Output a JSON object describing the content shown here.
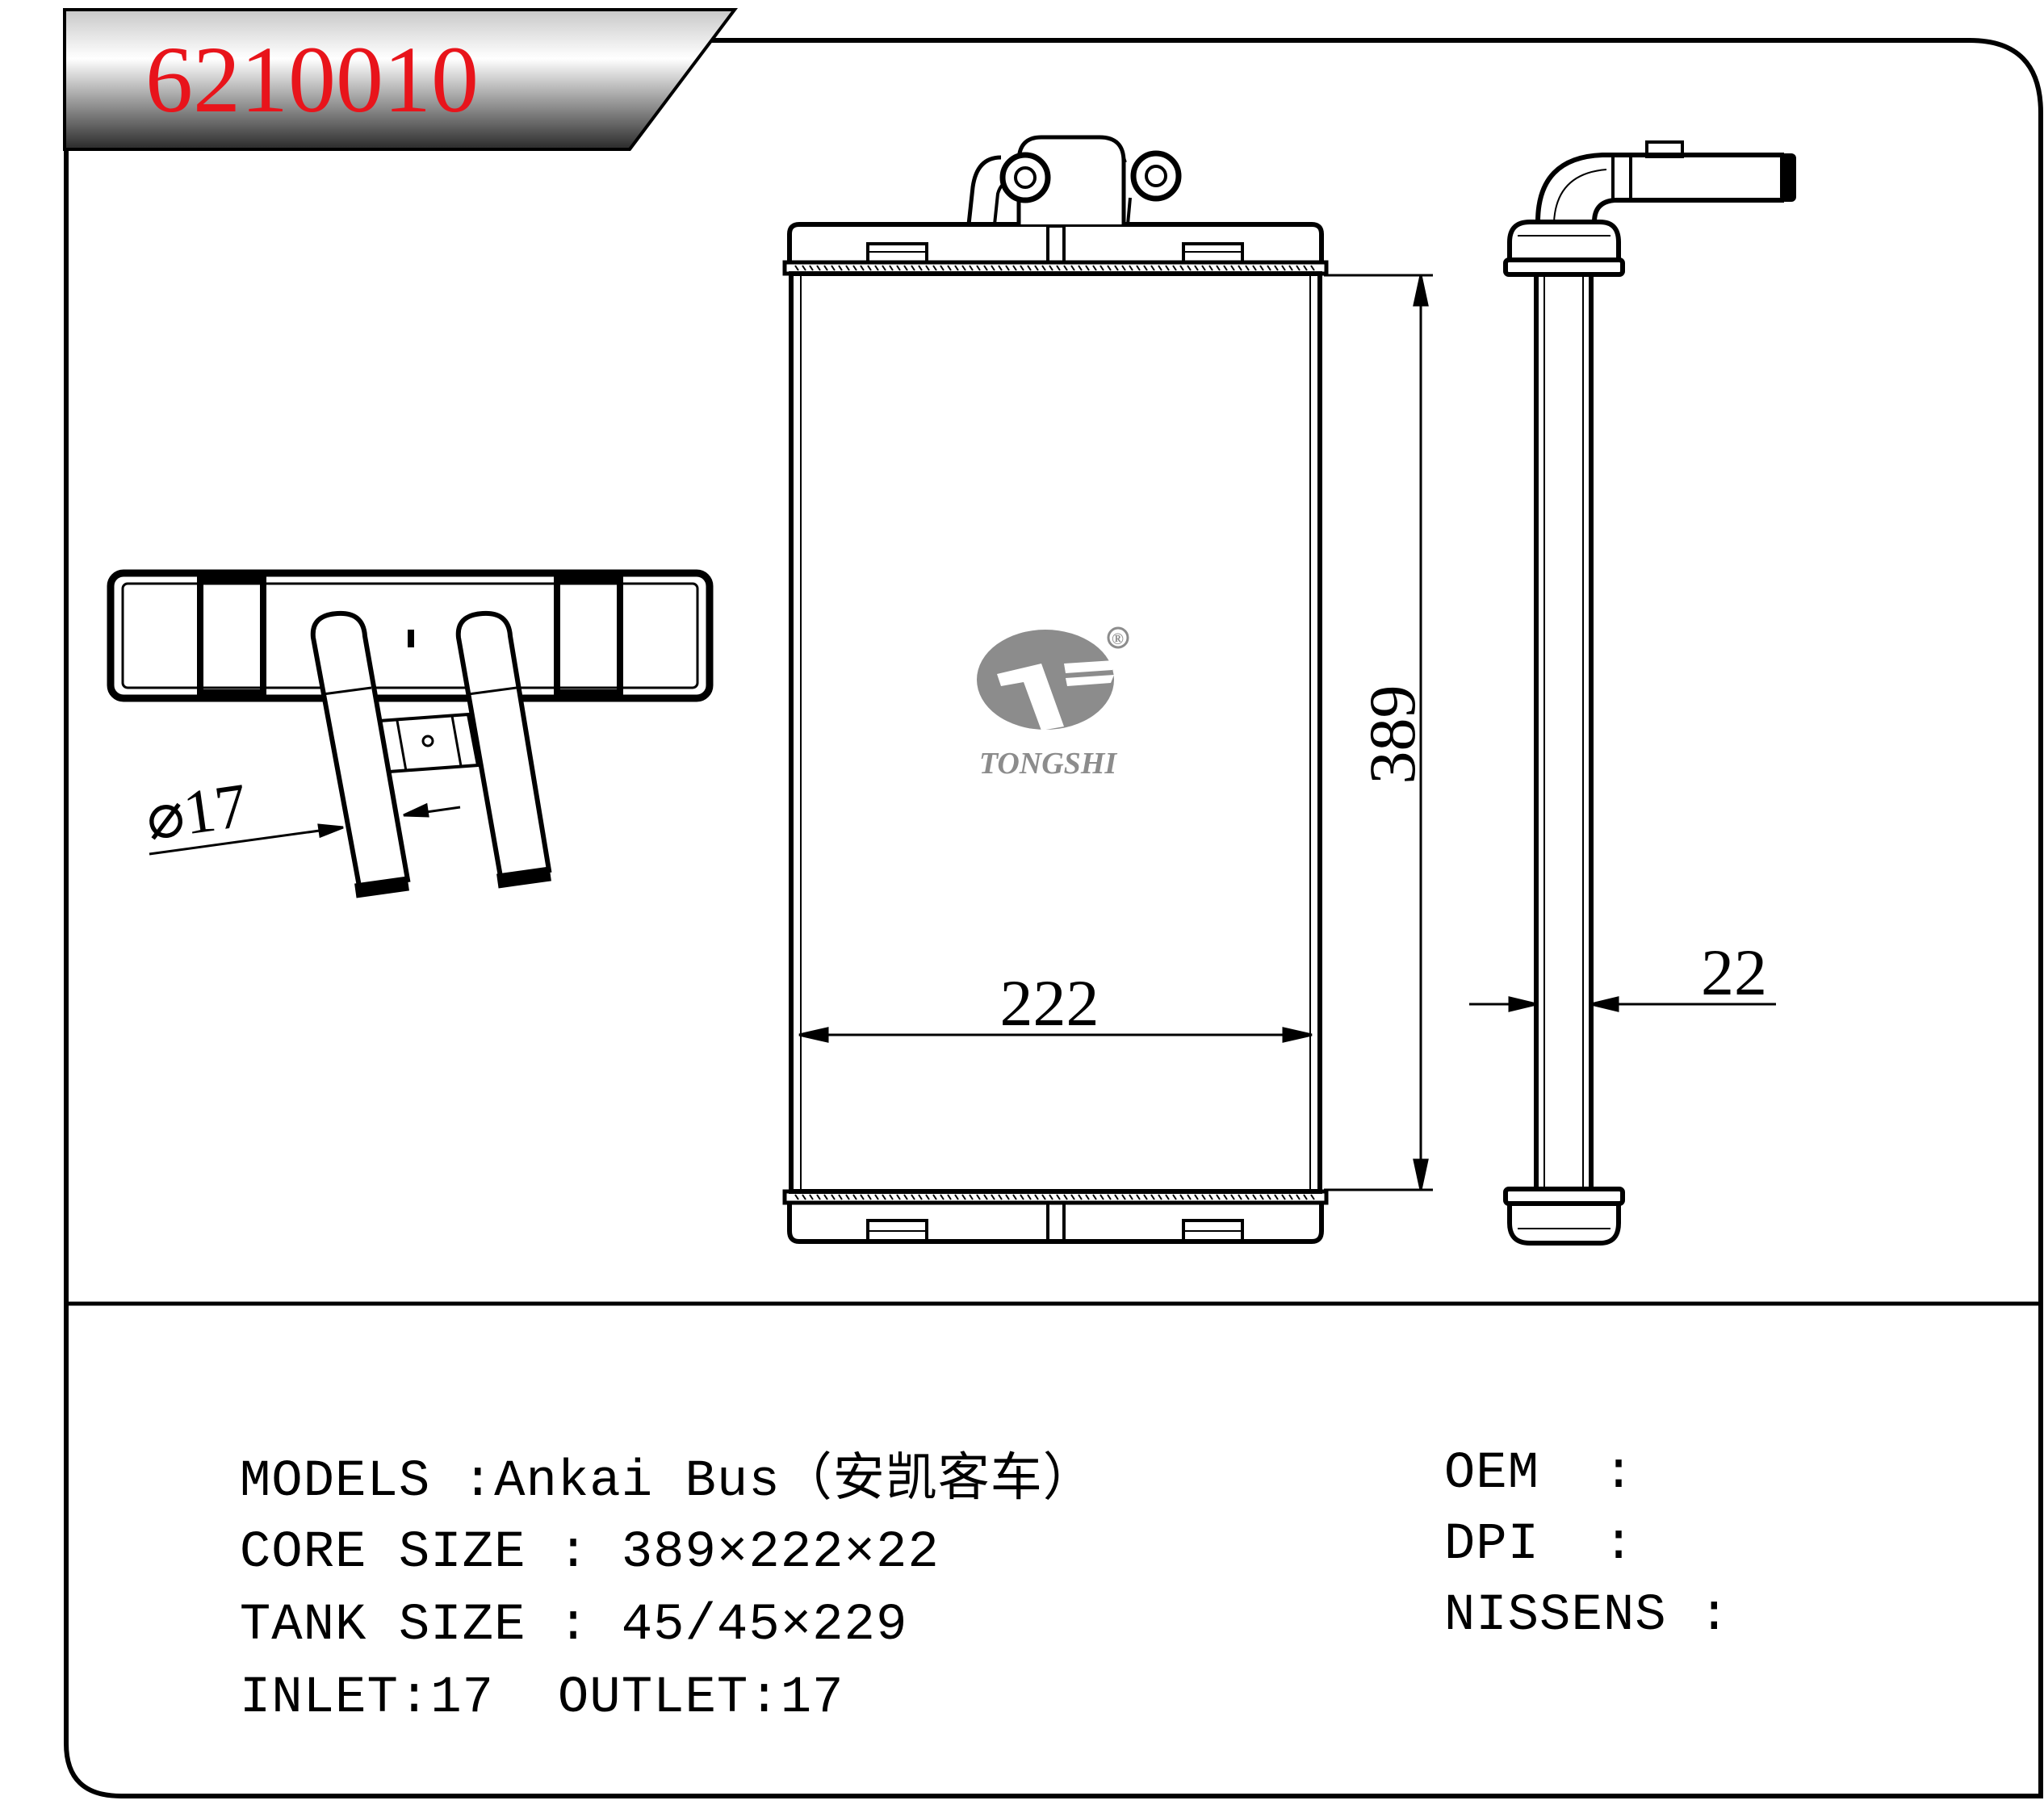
{
  "part_number": "6210010",
  "dimensions": {
    "height": "389",
    "width": "222",
    "depth": "22",
    "pipe_diameter": "⌀17"
  },
  "logo": {
    "brand": "TONGSHI",
    "registered": "®"
  },
  "specs": {
    "models_label": "MODELS :",
    "models_value": "Ankai Bus（安凯客车）",
    "core_label": "CORE SIZE :",
    "core_value": "389×222×22",
    "tank_label": "TANK SIZE :",
    "tank_value": "45/45×229",
    "inlet_label": "INLET:",
    "inlet_value": "17",
    "outlet_label": "OUTLET:",
    "outlet_value": "17"
  },
  "references": {
    "oem_label": "OEM  :",
    "dpi_label": "DPI  :",
    "nissens_label": "NISSENS :"
  },
  "colors": {
    "part_number": "#e8141b",
    "logo_gray": "#8c8c8c",
    "line": "#000000"
  }
}
